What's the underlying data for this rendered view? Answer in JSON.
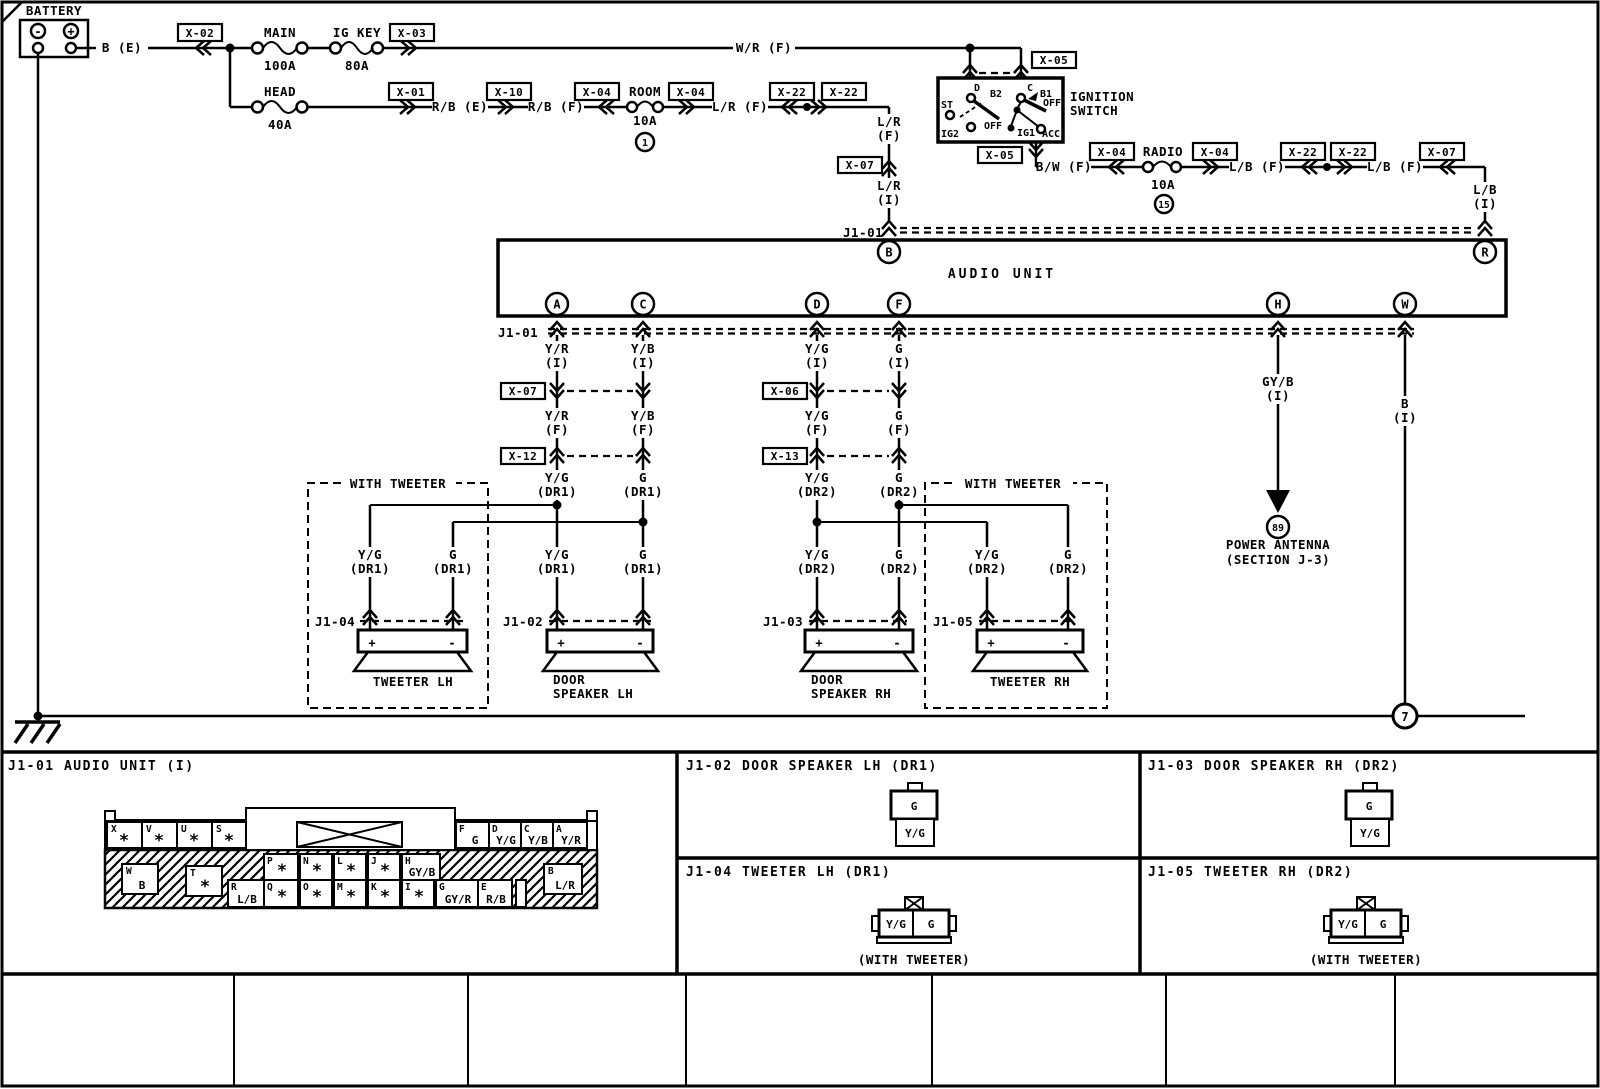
{
  "battery": {
    "label": "BATTERY",
    "minus": "-",
    "plus": "+"
  },
  "connector_labels": {
    "x01": "X-01",
    "x02": "X-02",
    "x03": "X-03",
    "x04": "X-04",
    "x05": "X-05",
    "x06": "X-06",
    "x07": "X-07",
    "x10": "X-10",
    "x12": "X-12",
    "x13": "X-13",
    "x22": "X-22"
  },
  "fuses": {
    "main": {
      "name": "MAIN",
      "rating": "100A"
    },
    "ig_key": {
      "name": "IG KEY",
      "rating": "80A"
    },
    "head": {
      "name": "HEAD",
      "rating": "40A"
    },
    "room": {
      "name": "ROOM",
      "rating": "10A",
      "ref": "1"
    },
    "radio": {
      "name": "RADIO",
      "rating": "10A",
      "ref": "15"
    }
  },
  "ignition_switch": {
    "title_line1": "IGNITION",
    "title_line2": "SWITCH",
    "terminals": {
      "d": "D",
      "b2": "B2",
      "c": "C",
      "b1": "B1",
      "st": "ST",
      "off_left": "OFF",
      "ig2": "IG2",
      "ig1": "IG1",
      "acc": "ACC",
      "off_right": "OFF"
    }
  },
  "wires": {
    "b_e": "B (E)",
    "w_r_f": "W/R (F)",
    "r_b_e": "R/B (E)",
    "r_b_f": "R/B (F)",
    "l_r_f": "L/R (F)",
    "b_w_f": "B/W (F)",
    "l_b_f": "L/B (F)",
    "l_r": "L/R",
    "l_b": "L/B",
    "y_r": "Y/R",
    "y_b": "Y/B",
    "y_g": "Y/G",
    "g": "G",
    "gy_b": "GY/B",
    "b": "B",
    "f": "(F)",
    "i": "(I)",
    "dr1": "(DR1)",
    "dr2": "(DR2)"
  },
  "audio_unit": {
    "label": "AUDIO UNIT",
    "harness": "J1-01",
    "terminals": {
      "a": "A",
      "b": "B",
      "c": "C",
      "d": "D",
      "f": "F",
      "h": "H",
      "r": "R",
      "w": "W"
    }
  },
  "power_antenna": {
    "ref": "89",
    "line1": "POWER ANTENNA",
    "line2": "(SECTION J-3)"
  },
  "ground": {
    "ref": "7"
  },
  "speakers": {
    "with_tweeter": "WITH TWEETER",
    "tweeter_lh": {
      "conn": "J1-04",
      "name": "TWEETER LH",
      "plus": "+",
      "minus": "-"
    },
    "door_lh": {
      "conn": "J1-02",
      "name1": "DOOR",
      "name2": "SPEAKER LH",
      "plus": "+",
      "minus": "-"
    },
    "door_rh": {
      "conn": "J1-03",
      "name1": "DOOR",
      "name2": "SPEAKER RH",
      "plus": "+",
      "minus": "-"
    },
    "tweeter_rh": {
      "conn": "J1-05",
      "name": "TWEETER RH",
      "plus": "+",
      "minus": "-"
    }
  },
  "footer": {
    "audio_unit_panel": {
      "title": "J1-01 AUDIO UNIT (I)",
      "top_row": [
        {
          "pin": "X",
          "wire": "*"
        },
        {
          "pin": "V",
          "wire": "*"
        },
        {
          "pin": "U",
          "wire": "*"
        },
        {
          "pin": "S",
          "wire": "*"
        },
        {
          "pin": "F",
          "wire": "G"
        },
        {
          "pin": "D",
          "wire": "Y/G"
        },
        {
          "pin": "C",
          "wire": "Y/B"
        },
        {
          "pin": "A",
          "wire": "Y/R"
        }
      ],
      "w_cell": {
        "pin": "W",
        "wire": "B"
      },
      "t_cell": {
        "pin": "T",
        "wire": "*"
      },
      "mid_row": [
        {
          "pin": "P",
          "wire": "*"
        },
        {
          "pin": "N",
          "wire": "*"
        },
        {
          "pin": "L",
          "wire": "*"
        },
        {
          "pin": "J",
          "wire": "*"
        },
        {
          "pin": "H",
          "wire": "GY/B"
        }
      ],
      "bottom_row": [
        {
          "pin": "R",
          "wire": "L/B"
        },
        {
          "pin": "Q",
          "wire": "*"
        },
        {
          "pin": "O",
          "wire": "*"
        },
        {
          "pin": "M",
          "wire": "*"
        },
        {
          "pin": "K",
          "wire": "*"
        },
        {
          "pin": "I",
          "wire": "*"
        },
        {
          "pin": "G",
          "wire": "GY/R"
        },
        {
          "pin": "E",
          "wire": "R/B"
        }
      ],
      "b_cell": {
        "pin": "B",
        "wire": "L/R"
      }
    },
    "door_lh_panel": {
      "title": "J1-02 DOOR SPEAKER LH (DR1)",
      "top": "G",
      "bottom": "Y/G"
    },
    "door_rh_panel": {
      "title": "J1-03 DOOR SPEAKER RH (DR2)",
      "top": "G",
      "bottom": "Y/G"
    },
    "tweeter_lh_panel": {
      "title": "J1-04 TWEETER LH (DR1)",
      "left": "Y/G",
      "right": "G",
      "note": "(WITH TWEETER)"
    },
    "tweeter_rh_panel": {
      "title": "J1-05 TWEETER RH (DR2)",
      "left": "Y/G",
      "right": "G",
      "note": "(WITH TWEETER)"
    }
  }
}
